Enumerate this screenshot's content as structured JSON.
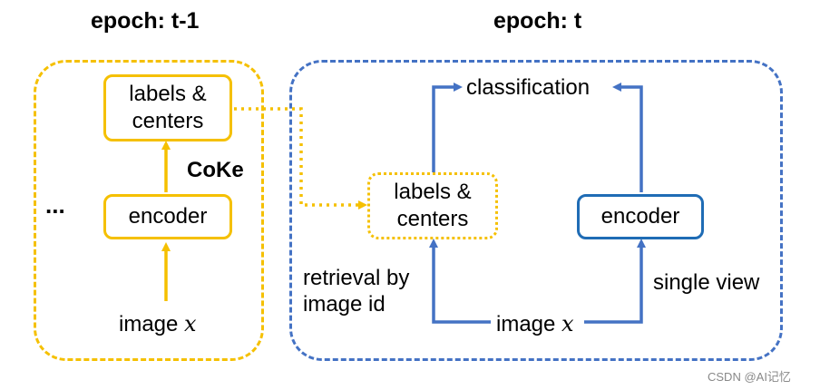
{
  "left_panel": {
    "title": "epoch: t-1",
    "top_box": "labels &\ncenters",
    "method_label": "CoKe",
    "encoder_box": "encoder",
    "input_label": "image",
    "input_var": "x",
    "ellipsis": "..."
  },
  "right_panel": {
    "title": "epoch: t",
    "output_label": "classification",
    "memory_box": "labels &\ncenters",
    "encoder_box": "encoder",
    "input_label": "image",
    "input_var": "x",
    "retrieval_label": "retrieval by\nimage id",
    "view_label": "single view"
  },
  "watermark": "CSDN @AI记忆",
  "colors": {
    "gold": "#F5C000",
    "blue_dashed": "#4472C4",
    "blue_box": "#1F6CB5"
  }
}
